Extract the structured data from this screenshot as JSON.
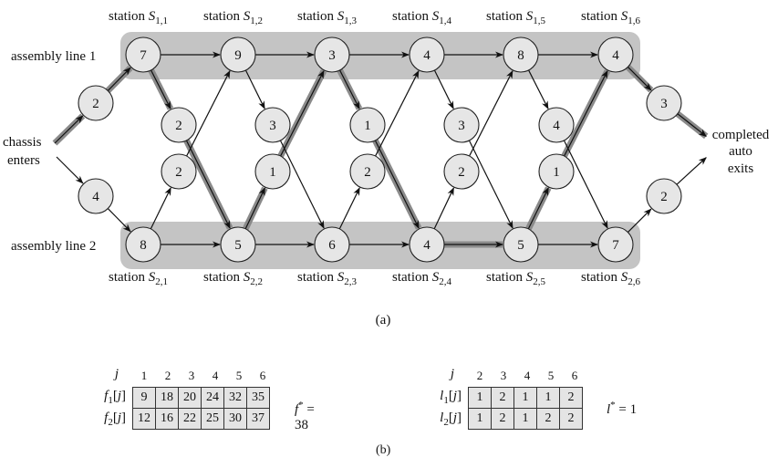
{
  "figure": {
    "caption_a": "(a)",
    "caption_b": "(b)"
  },
  "labels": {
    "line1": "assembly line 1",
    "line2": "assembly line 2",
    "enter_1": "chassis",
    "enter_2": "enters",
    "exit_1": "completed",
    "exit_2": "auto",
    "exit_3": "exits",
    "station_word": "station"
  },
  "stations": {
    "line1": [
      {
        "label": "S",
        "sub": "1,1",
        "time": "7"
      },
      {
        "label": "S",
        "sub": "1,2",
        "time": "9"
      },
      {
        "label": "S",
        "sub": "1,3",
        "time": "3"
      },
      {
        "label": "S",
        "sub": "1,4",
        "time": "4"
      },
      {
        "label": "S",
        "sub": "1,5",
        "time": "8"
      },
      {
        "label": "S",
        "sub": "1,6",
        "time": "4"
      }
    ],
    "line2": [
      {
        "label": "S",
        "sub": "2,1",
        "time": "8"
      },
      {
        "label": "S",
        "sub": "2,2",
        "time": "5"
      },
      {
        "label": "S",
        "sub": "2,3",
        "time": "6"
      },
      {
        "label": "S",
        "sub": "2,4",
        "time": "4"
      },
      {
        "label": "S",
        "sub": "2,5",
        "time": "5"
      },
      {
        "label": "S",
        "sub": "2,6",
        "time": "7"
      }
    ]
  },
  "entry_times": {
    "line1": "2",
    "line2": "4"
  },
  "exit_times": {
    "line1": "3",
    "line2": "2"
  },
  "transfer_times": {
    "from_line1": [
      "2",
      "3",
      "1",
      "3",
      "4"
    ],
    "from_line2": [
      "2",
      "1",
      "2",
      "2",
      "1"
    ]
  },
  "fastest_path": [
    "enter-1",
    "S1,1",
    "S2,2",
    "S1,3",
    "S2,4",
    "S2,5",
    "S1,6",
    "exit-1"
  ],
  "tables": {
    "f": {
      "j_label": "j",
      "columns": [
        "1",
        "2",
        "3",
        "4",
        "5",
        "6"
      ],
      "rows": [
        {
          "name": "f",
          "sub": "1",
          "values": [
            "9",
            "18",
            "20",
            "24",
            "32",
            "35"
          ]
        },
        {
          "name": "f",
          "sub": "2",
          "values": [
            "12",
            "16",
            "22",
            "25",
            "30",
            "37"
          ]
        }
      ],
      "star_label": "f",
      "star_value": "= 38"
    },
    "l": {
      "j_label": "j",
      "columns": [
        "2",
        "3",
        "4",
        "5",
        "6"
      ],
      "rows": [
        {
          "name": "l",
          "sub": "1",
          "values": [
            "1",
            "2",
            "1",
            "1",
            "2"
          ]
        },
        {
          "name": "l",
          "sub": "2",
          "values": [
            "1",
            "2",
            "1",
            "2",
            "2"
          ]
        }
      ],
      "star_label": "l",
      "star_value": "= 1"
    }
  }
}
